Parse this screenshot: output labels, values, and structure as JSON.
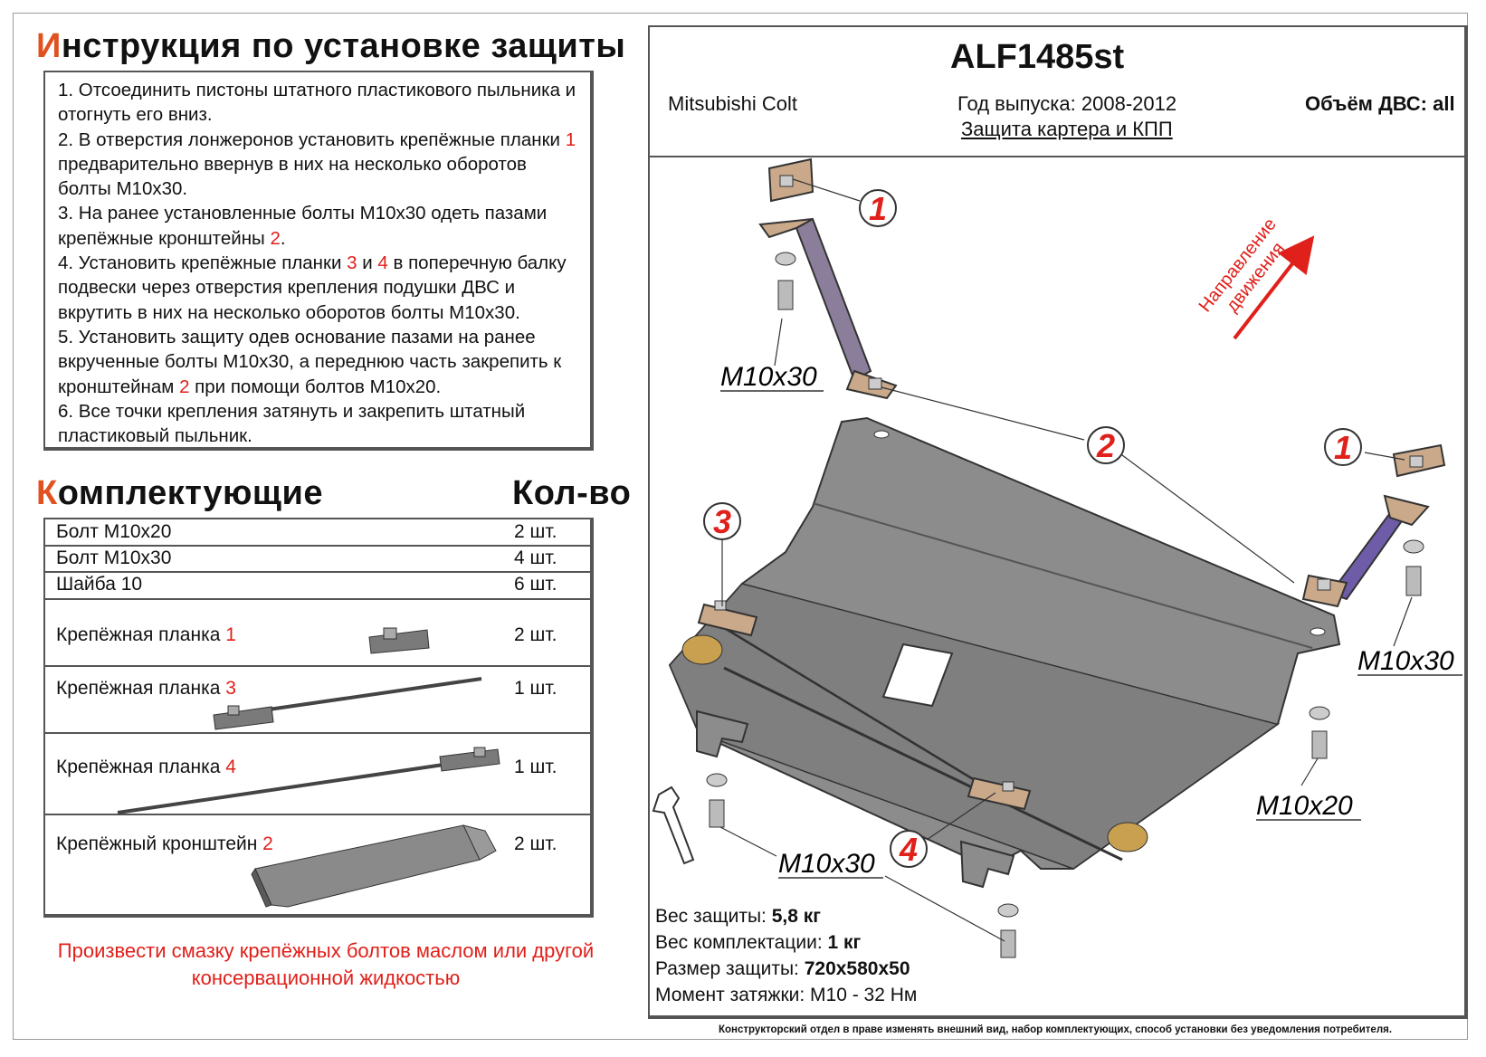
{
  "instructions": {
    "title_cap": "И",
    "title_rest": "нструкция по установке защиты",
    "steps": [
      {
        "text": "1.   Отсоединить пистоны штатного пластикового пыльника и отогнуть его вниз."
      },
      {
        "pre": "2.   В отверстия лонжеронов установить крепёжные планки ",
        "num": "1",
        "post": " предварительно ввернув в них на несколько оборотов болты М10х30."
      },
      {
        "pre": "3.   На ранее установленные болты М10х30 одеть пазами крепёжные кронштейны ",
        "num": "2",
        "post": "."
      },
      {
        "pre": "4.   Установить крепёжные планки ",
        "num": "3",
        "mid": " и ",
        "num2": "4",
        "post": " в поперечную балку подвески через отверстия крепления подушки ДВС и вкрутить в них на несколько оборотов болты М10х30."
      },
      {
        "pre": "5.   Установить защиту одев основание пазами на ранее вкрученные болты М10х30, а переднюю часть закрепить к кронштейнам ",
        "num": "2",
        "post": " при помощи болтов М10х20."
      },
      {
        "text": "6.   Все точки крепления затянуть и закрепить штатный пластиковый пыльник."
      }
    ]
  },
  "parts": {
    "title_cap": "К",
    "title_rest": "омплектующие",
    "qty_header": "Кол-во",
    "rows": [
      {
        "name": "Болт М10х20",
        "num": "",
        "qty": "2 шт."
      },
      {
        "name": "Болт М10х30",
        "num": "",
        "qty": "4 шт."
      },
      {
        "name": "Шайба 10",
        "num": "",
        "qty": "6 шт."
      },
      {
        "name": "Крепёжная планка ",
        "num": "1",
        "qty": "2 шт."
      },
      {
        "name": "Крепёжная планка ",
        "num": "3",
        "qty": "1 шт."
      },
      {
        "name": "Крепёжная планка ",
        "num": "4",
        "qty": "1 шт."
      },
      {
        "name": "Крепёжный кронштейн ",
        "num": "2",
        "qty": "2 шт."
      }
    ]
  },
  "note": "Произвести смазку крепёжных болтов маслом или другой консервационной жидкостью",
  "product": {
    "model": "ALF1485st",
    "car": "Mitsubishi Colt",
    "year": "Год выпуска: 2008-2012",
    "engine": "Объём ДВС: all",
    "desc": "Защита картера и КПП"
  },
  "diagram": {
    "direction_line1": "Направление",
    "direction_line2": "движения",
    "labels": {
      "m10x30_a": "М10х30",
      "m10x30_b": "М10х30",
      "m10x20": "М10х20",
      "m10x30_c": "М10х30"
    },
    "callouts": [
      "1",
      "2",
      "1",
      "3",
      "4"
    ]
  },
  "specs": [
    {
      "label": "Вес защиты: ",
      "value": "5,8 кг"
    },
    {
      "label": "Вес комплектации: ",
      "value": "1 кг"
    },
    {
      "label": "Размер защиты: ",
      "value": "720х580х50"
    },
    {
      "label": "Момент затяжки:  ",
      "value": "М10 - 32 Нм"
    }
  ],
  "footer": "Конструкторский отдел в праве изменять внешний вид, набор комплектующих, способ установки без уведомления потребителя."
}
